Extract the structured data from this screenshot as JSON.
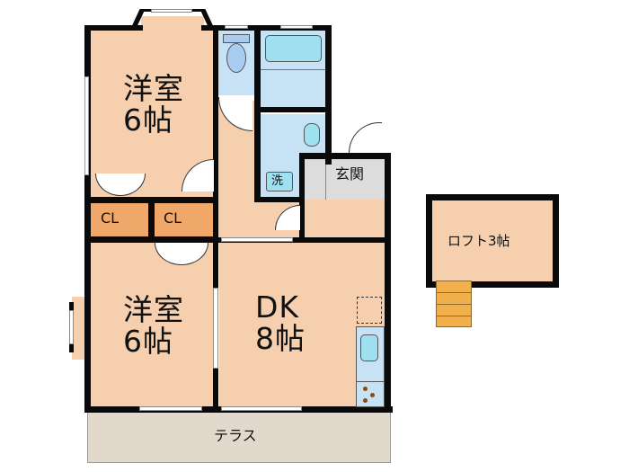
{
  "floor_plan": {
    "rooms": [
      {
        "id": "western-room-north",
        "name": "洋室",
        "size": "6帖"
      },
      {
        "id": "western-room-south",
        "name": "洋室",
        "size": "6帖"
      },
      {
        "id": "dining-kitchen",
        "name": "DK",
        "size": "8帖"
      },
      {
        "id": "closet-1",
        "name": "CL"
      },
      {
        "id": "closet-2",
        "name": "CL"
      },
      {
        "id": "entrance",
        "name": "玄関"
      },
      {
        "id": "washer",
        "name": "洗"
      },
      {
        "id": "terrace",
        "name": "テラス"
      },
      {
        "id": "loft",
        "name": "ロフト3帖"
      }
    ],
    "colors": {
      "room": "#f5cfae",
      "closet": "#f0a86a",
      "wet_area": "#c6e2f4",
      "fixture": "#9fe0f0",
      "entrance_floor": "#dcdcdc",
      "terrace": "#e3d8cc",
      "stairs": "#f1b04c",
      "wall": "#0a0a0a"
    }
  }
}
